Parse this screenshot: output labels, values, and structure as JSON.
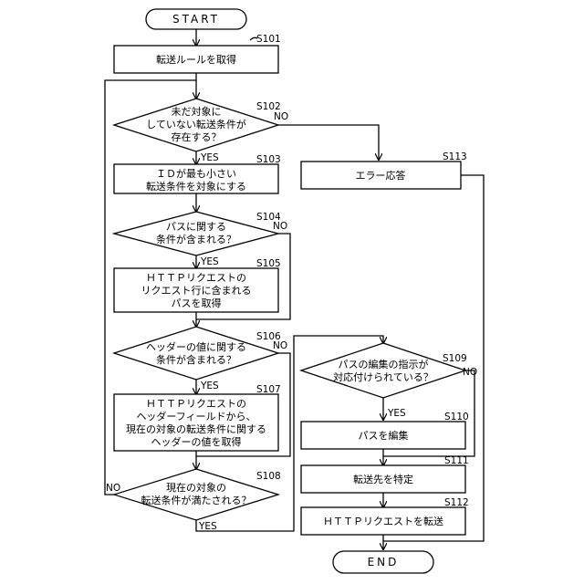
{
  "terminals": {
    "start": "START",
    "end": "END"
  },
  "steps": {
    "s101": {
      "id": "S101",
      "lines": [
        "転送ルールを取得"
      ]
    },
    "s102": {
      "id": "S102",
      "lines": [
        "未だ対象に",
        "していない転送条件が",
        "存在する？"
      ]
    },
    "s103": {
      "id": "S103",
      "lines": [
        "ＩＤが最も小さい",
        "転送条件を対象にする"
      ]
    },
    "s104": {
      "id": "S104",
      "lines": [
        "パスに関する",
        "条件が含まれる？"
      ]
    },
    "s105": {
      "id": "S105",
      "lines": [
        "ＨＴＴＰリクエストの",
        "リクエスト行に含まれる",
        "パスを取得"
      ]
    },
    "s106": {
      "id": "S106",
      "lines": [
        "ヘッダーの値に関する",
        "条件が含まれる？"
      ]
    },
    "s107": {
      "id": "S107",
      "lines": [
        "ＨＴＴＰリクエストの",
        "ヘッダーフィールドから、",
        "現在の対象の転送条件に関する",
        "ヘッダーの値を取得"
      ]
    },
    "s108": {
      "id": "S108",
      "lines": [
        "現在の対象の",
        "転送条件が満たされる？"
      ]
    },
    "s109": {
      "id": "S109",
      "lines": [
        "パスの編集の指示が",
        "対応付けられている？"
      ]
    },
    "s110": {
      "id": "S110",
      "lines": [
        "パスを編集"
      ]
    },
    "s111": {
      "id": "S111",
      "lines": [
        "転送先を特定"
      ]
    },
    "s112": {
      "id": "S112",
      "lines": [
        "ＨＴＴＰリクエストを転送"
      ]
    },
    "s113": {
      "id": "S113",
      "lines": [
        "エラー応答"
      ]
    }
  },
  "branch_labels": {
    "yes": "YES",
    "no": "NO"
  }
}
